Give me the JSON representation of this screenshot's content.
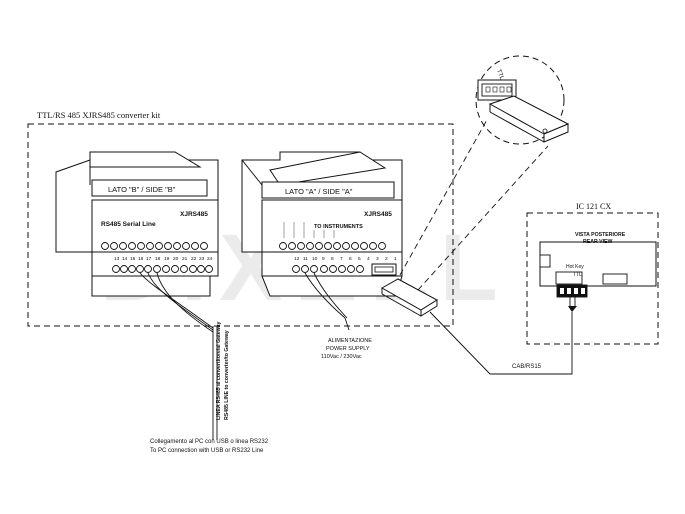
{
  "diagram": {
    "kit_title": "TTL/RS 485 XJRS485 converter kit",
    "left_module": {
      "side_label": "LATO \"B\" / SIDE \"B\"",
      "model": "XJRS485",
      "bus_label": "RS485 Serial Line",
      "terminals": [
        "13",
        "14",
        "15",
        "16",
        "17",
        "18",
        "19",
        "20",
        "21",
        "22",
        "23",
        "24"
      ]
    },
    "right_module": {
      "side_label": "LATO \"A\" / SIDE \"A\"",
      "model": "XJRS485",
      "instruments_label": "TO INSTRUMENTS",
      "terminals": [
        "12",
        "11",
        "10",
        "9",
        "8",
        "7",
        "6",
        "5",
        "4",
        "3",
        "2",
        "1"
      ]
    },
    "power_supply": {
      "line1": "ALIMENTAZIONE",
      "line2": "POWER SUPPLY",
      "line3": "110Vac / 230Vac"
    },
    "rs485_line": {
      "line1": "LINEA RS485 al convertitore/al Gateway",
      "line2": "RS485 LINE to converter/to Gateway"
    },
    "pc_connection": {
      "line1": "Collegamento al PC con USB o linea RS232",
      "line2": "To PC connection with USB or RS232 Line"
    },
    "ic_unit": {
      "title": "IC 121 CX",
      "view_line1": "VISTA POSTERIORE",
      "view_line2": "REAR VIEW",
      "hot_key": "Hot Key",
      "ttl": "TTL"
    },
    "cable_label": "CAB/RS15",
    "ttl_connector_label": "TTL"
  }
}
